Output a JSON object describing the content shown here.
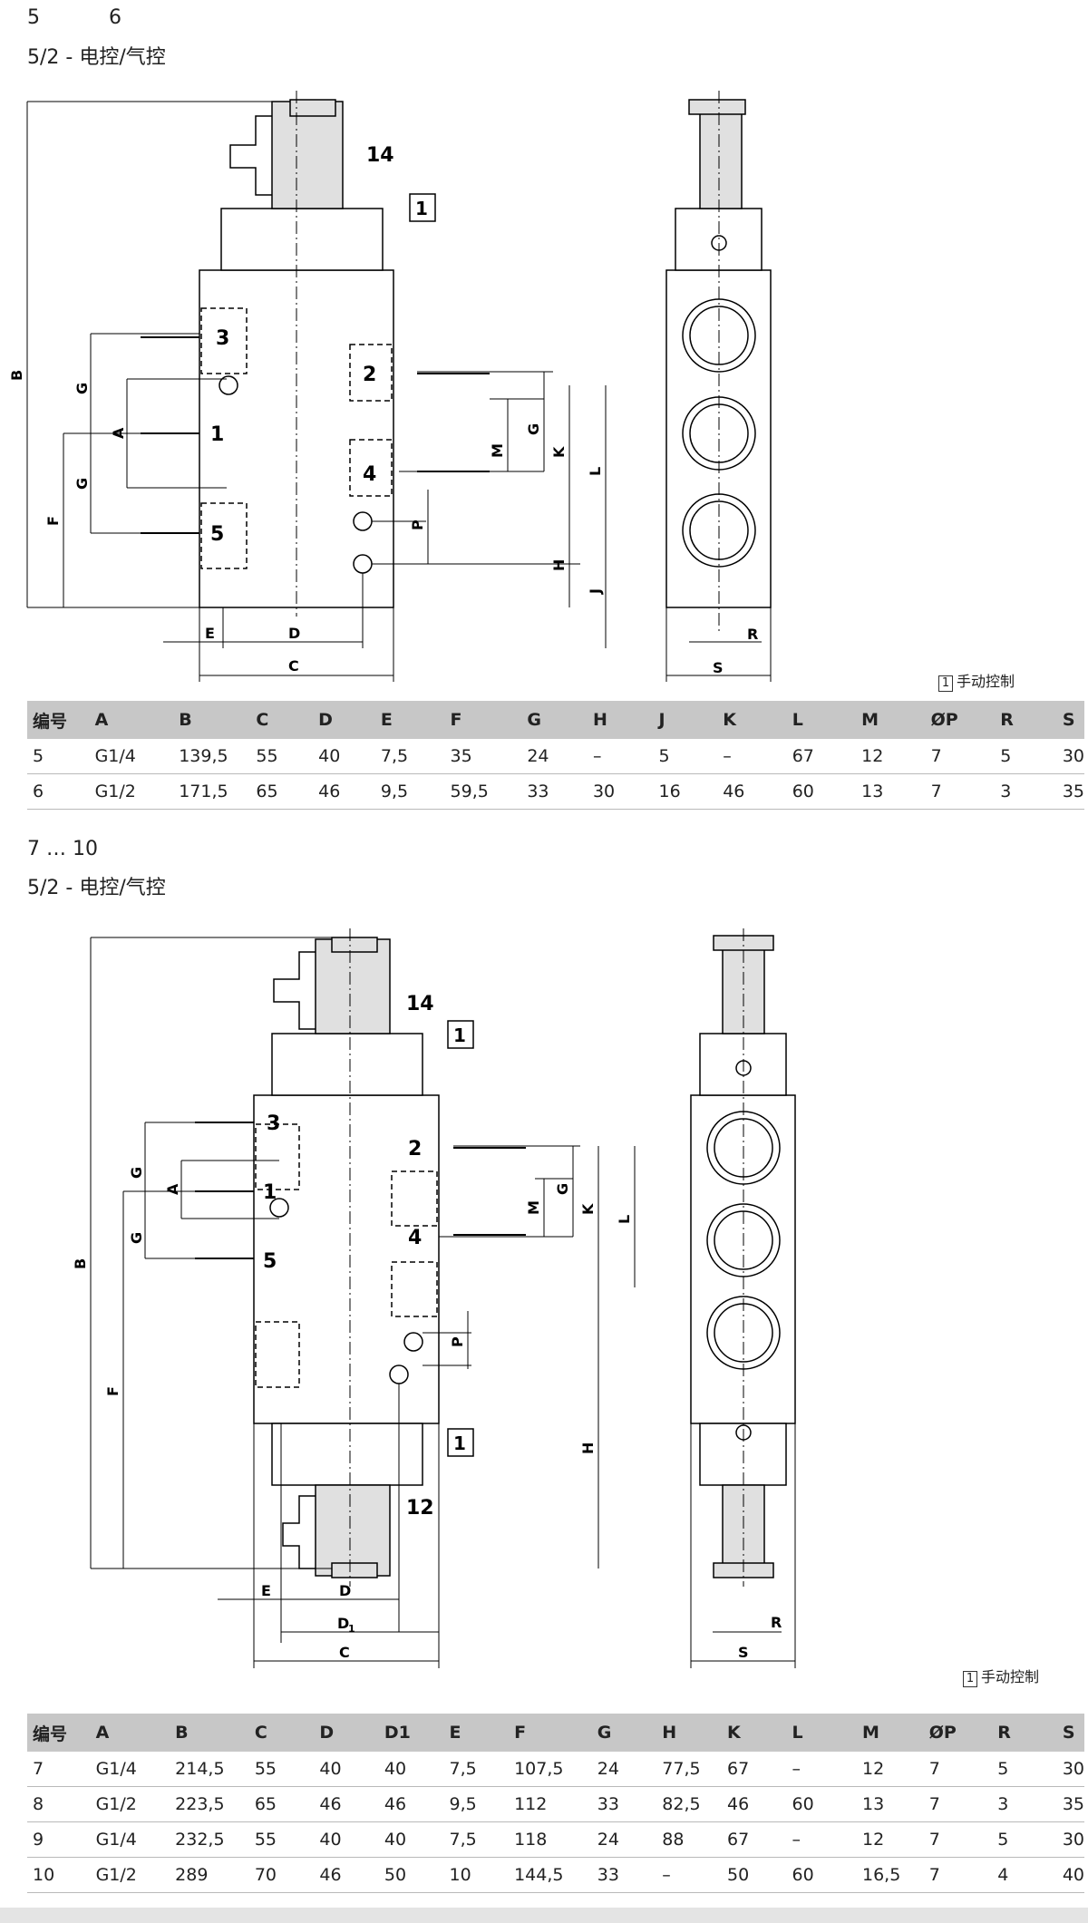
{
  "section1": {
    "ids": [
      "5",
      "6"
    ],
    "title": "5/2 - 电控/气控",
    "manual_label": "手动控制",
    "manual_num": "1",
    "drawing_labels": {
      "port14": "14",
      "callout1": "1",
      "p3": "3",
      "p2": "2",
      "p1": "1",
      "p4": "4",
      "p5": "5",
      "B": "B",
      "G": "G",
      "A": "A",
      "F": "F",
      "M": "M",
      "K": "K",
      "L": "L",
      "P": "P",
      "H": "H",
      "J": "J",
      "E": "E",
      "D": "D",
      "C": "C",
      "R": "R",
      "S": "S"
    },
    "table": {
      "headers": [
        "编号",
        "A",
        "B",
        "C",
        "D",
        "E",
        "F",
        "G",
        "H",
        "J",
        "K",
        "L",
        "M",
        "ØP",
        "R",
        "S"
      ],
      "rows": [
        [
          "5",
          "G1/4",
          "139,5",
          "55",
          "40",
          "7,5",
          "35",
          "24",
          "–",
          "5",
          "–",
          "67",
          "12",
          "7",
          "5",
          "30"
        ],
        [
          "6",
          "G1/2",
          "171,5",
          "65",
          "46",
          "9,5",
          "59,5",
          "33",
          "30",
          "16",
          "46",
          "60",
          "13",
          "7",
          "3",
          "35"
        ]
      ]
    }
  },
  "section2": {
    "ids": "7 … 10",
    "title": "5/2 - 电控/气控",
    "manual_label": "手动控制",
    "manual_num": "1",
    "drawing_labels": {
      "port14": "14",
      "port12": "12",
      "callout1": "1",
      "p3": "3",
      "p2": "2",
      "p1": "1",
      "p4": "4",
      "p5": "5",
      "B": "B",
      "G": "G",
      "A": "A",
      "F": "F",
      "M": "M",
      "K": "K",
      "L": "L",
      "P": "P",
      "H": "H",
      "E": "E",
      "D": "D",
      "D1": "D",
      "D1sub": "1",
      "C": "C",
      "R": "R",
      "S": "S"
    },
    "table": {
      "headers": [
        "编号",
        "A",
        "B",
        "C",
        "D",
        "D1",
        "E",
        "F",
        "G",
        "H",
        "K",
        "L",
        "M",
        "ØP",
        "R",
        "S"
      ],
      "rows": [
        [
          "7",
          "G1/4",
          "214,5",
          "55",
          "40",
          "40",
          "7,5",
          "107,5",
          "24",
          "77,5",
          "67",
          "–",
          "12",
          "7",
          "5",
          "30"
        ],
        [
          "8",
          "G1/2",
          "223,5",
          "65",
          "46",
          "46",
          "9,5",
          "112",
          "33",
          "82,5",
          "46",
          "60",
          "13",
          "7",
          "3",
          "35"
        ],
        [
          "9",
          "G1/4",
          "232,5",
          "55",
          "40",
          "40",
          "7,5",
          "118",
          "24",
          "88",
          "67",
          "–",
          "12",
          "7",
          "5",
          "30"
        ],
        [
          "10",
          "G1/2",
          "289",
          "70",
          "46",
          "50",
          "10",
          "144,5",
          "33",
          "–",
          "50",
          "60",
          "16,5",
          "7",
          "4",
          "40"
        ]
      ]
    }
  }
}
